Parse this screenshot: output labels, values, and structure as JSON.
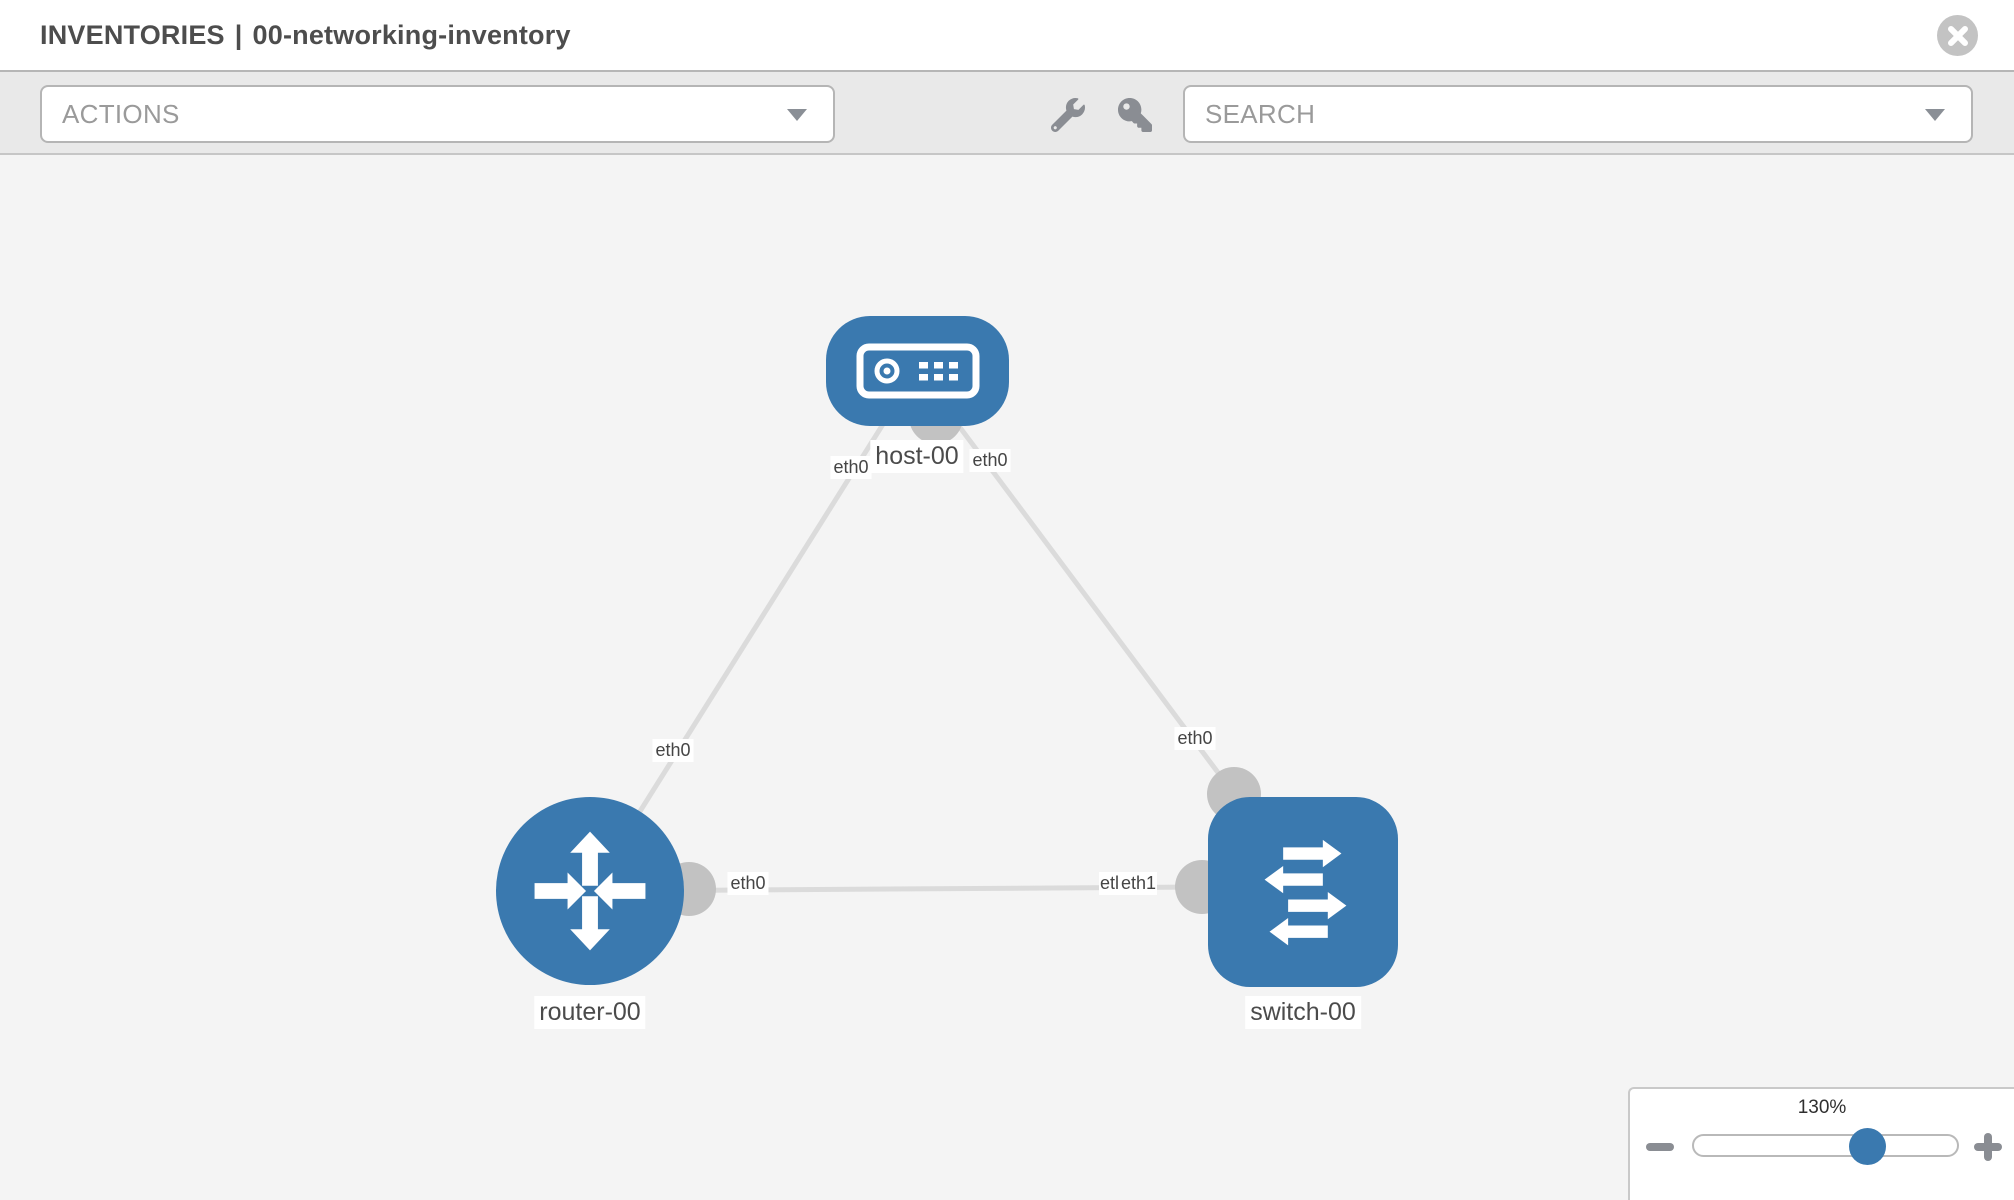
{
  "header": {
    "title_prefix": "INVENTORIES",
    "title_separator": "|",
    "inventory_name": "00-networking-inventory"
  },
  "toolbar": {
    "actions_label": "ACTIONS",
    "search_placeholder": "SEARCH",
    "icons": [
      "wrench-icon",
      "key-icon"
    ]
  },
  "topology": {
    "nodes": [
      {
        "id": "host-00",
        "label": "host-00",
        "type": "host",
        "shape": "rounded-rect",
        "icon": "host-icon"
      },
      {
        "id": "router-00",
        "label": "router-00",
        "type": "router",
        "shape": "circle",
        "icon": "router-icon"
      },
      {
        "id": "switch-00",
        "label": "switch-00",
        "type": "switch",
        "shape": "rounded-square",
        "icon": "switch-icon"
      }
    ],
    "links": [
      {
        "from": "host-00",
        "to": "router-00",
        "from_interface": "eth0",
        "to_interface": "eth0"
      },
      {
        "from": "host-00",
        "to": "switch-00",
        "from_interface": "eth0",
        "to_interface": "eth0"
      },
      {
        "from": "router-00",
        "to": "switch-00",
        "from_interface": "eth0",
        "to_interface": "eth1",
        "to_interface_overlap_fragment": "etl"
      }
    ]
  },
  "zoom_control": {
    "level": "130%",
    "zoom_out_icon": "minus-icon",
    "zoom_in_icon": "plus-icon"
  },
  "colors": {
    "accent_blue": "#3a79af",
    "link_gray": "#dbdbdb",
    "endpoint_gray": "#c2c2c2",
    "toolbar_gray": "#e9e9e9",
    "canvas_gray": "#f4f4f4"
  }
}
